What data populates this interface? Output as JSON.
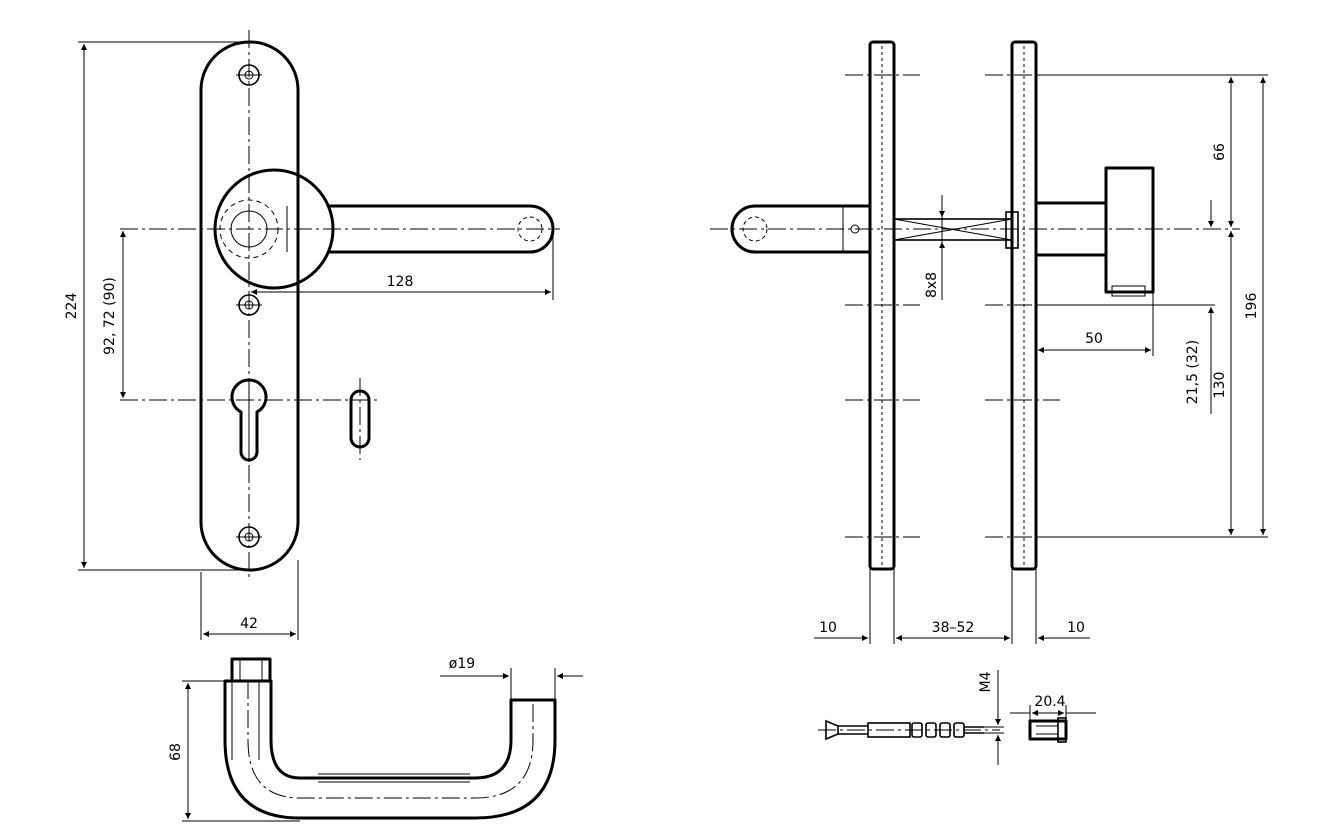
{
  "dimensions": {
    "plate_height": "224",
    "hole_spacing": "92, 72 (90)",
    "lever_length": "128",
    "plate_width": "42",
    "lever_diameter": "ø19",
    "lever_height": "68",
    "top_offset": "66",
    "total_height": "196",
    "spindle": "8x8",
    "knob_projection": "50",
    "knob_offset": "21,5 (32)",
    "screw_spacing": "130",
    "plate_thickness_left": "10",
    "door_thickness": "38–52",
    "plate_thickness_right": "10",
    "thread": "M4",
    "sleeve_length": "20.4"
  }
}
